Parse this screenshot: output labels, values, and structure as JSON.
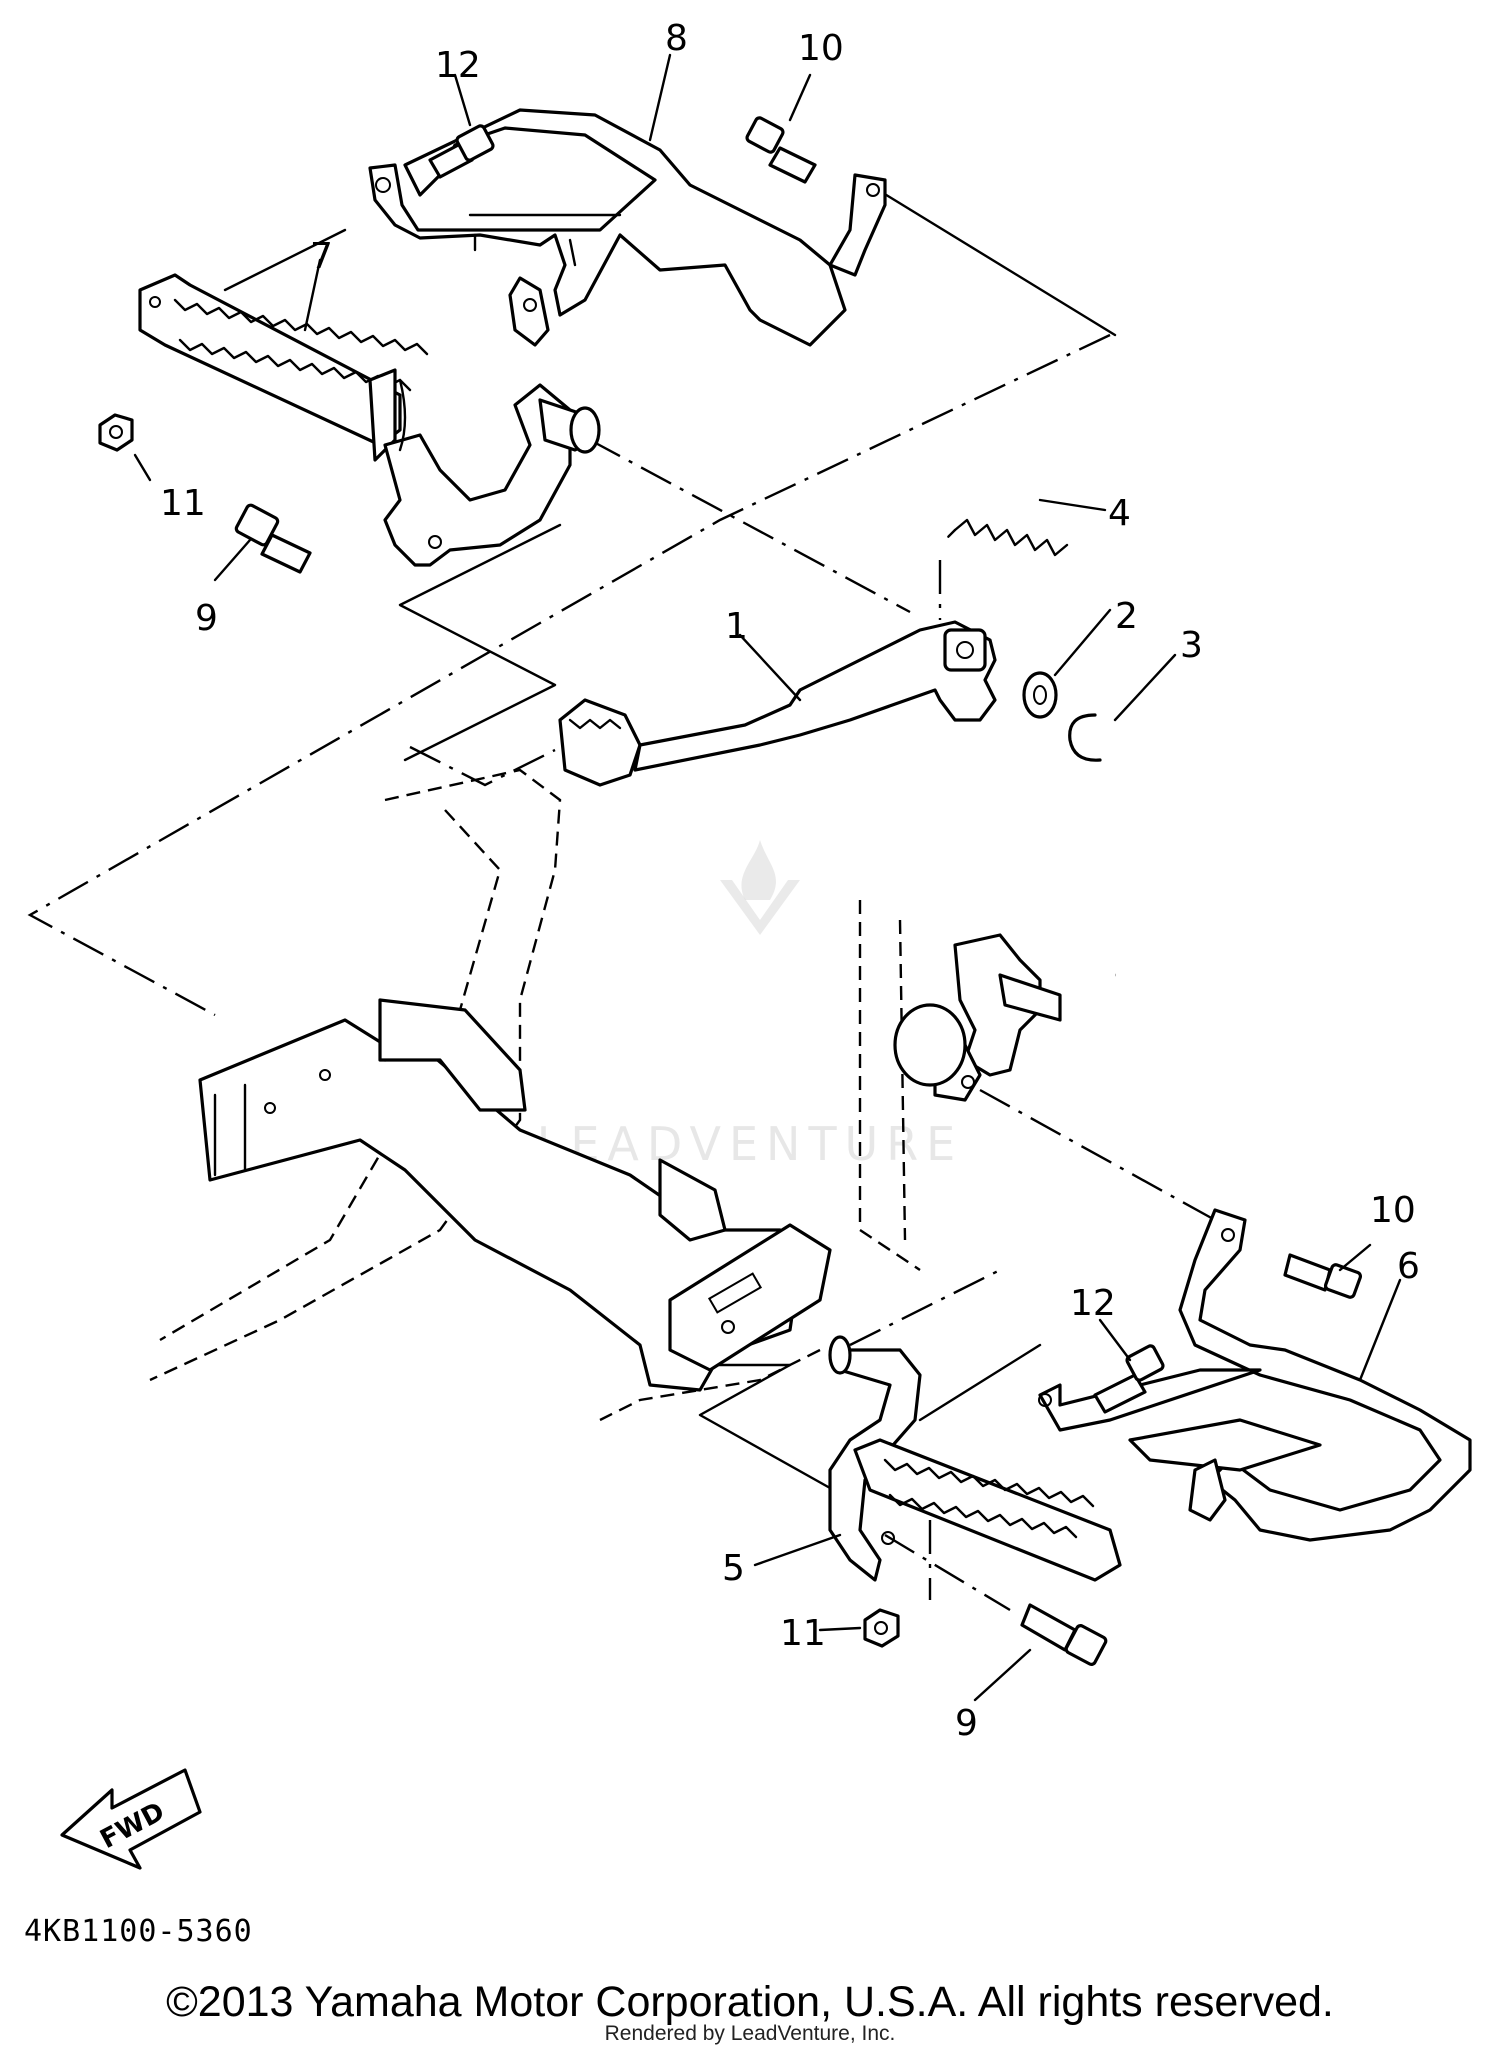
{
  "callouts": {
    "c1": "1",
    "c2": "2",
    "c3": "3",
    "c4": "4",
    "c5": "5",
    "c6": "6",
    "c7": "7",
    "c8": "8",
    "c9_top": "9",
    "c9_bottom": "9",
    "c10_top": "10",
    "c10_bottom": "10",
    "c11_top": "11",
    "c11_bottom": "11",
    "c12_top": "12",
    "c12_bottom": "12"
  },
  "fwd_label": "FWD",
  "diagram_code": "4KB1100-5360",
  "copyright": "©2013 Yamaha Motor Corporation, U.S.A. All rights reserved.",
  "rendered_by": "Rendered by LeadVenture, Inc.",
  "watermark_text": "LEADVENTURE"
}
